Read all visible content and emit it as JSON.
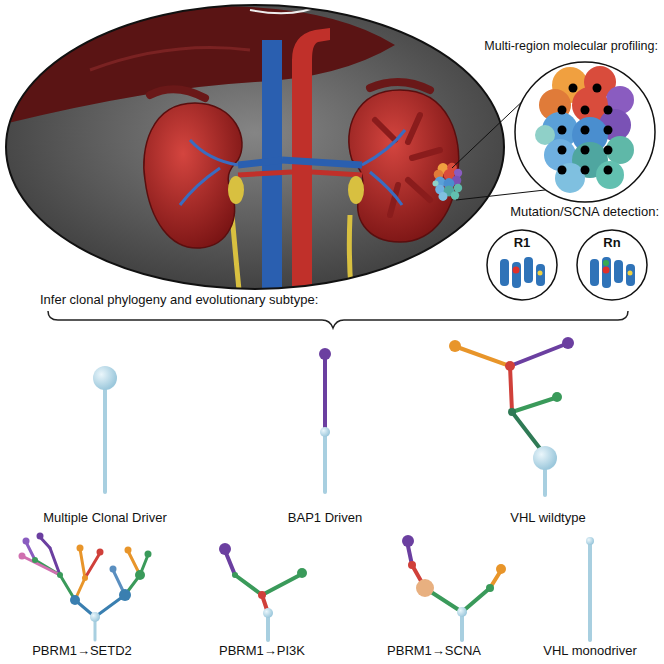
{
  "diagram": {
    "nodes": [
      {
        "text": [
          "R1"
        ]
      },
      {
        "text": [
          "Rn"
        ]
      }
    ],
    "labels": [
      "Multi-region molecular profiling:",
      "Mutation/SCNA detection:",
      "Infer clonal phylogeny and evolutionary subtype:",
      "Multiple Clonal Driver",
      "BAP1 Driven",
      "VHL wildtype",
      "PBRM1→SETD2",
      "PBRM1→PI3K",
      "PBRM1→SCNA",
      "VHL monodriver"
    ]
  }
}
